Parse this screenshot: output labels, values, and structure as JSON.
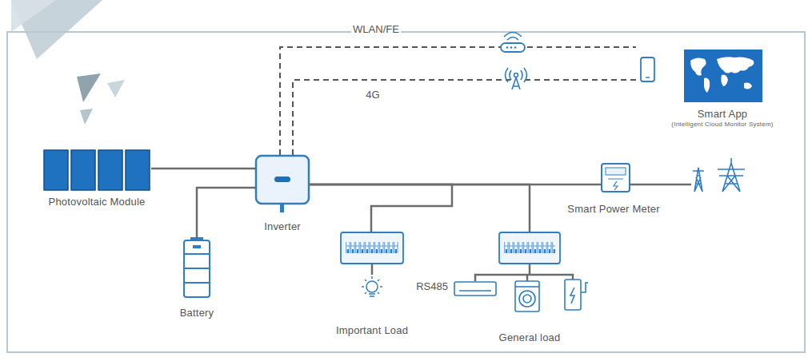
{
  "diagram": {
    "nodes": [
      {
        "text": [
          "Photovoltaic Module"
        ]
      },
      {
        "text": [
          "Inverter"
        ]
      },
      {
        "text": [
          "Battery"
        ]
      },
      {
        "text": [
          "Important Load"
        ]
      },
      {
        "text": [
          "General load"
        ]
      },
      {
        "text": [
          "Smart Power Meter"
        ]
      },
      {
        "text": [
          "Smart App",
          "(Intelligent Cloud Monitor System)"
        ]
      }
    ],
    "edges": [
      {
        "from": 0,
        "to": 1,
        "arrow": "none"
      },
      {
        "from": 2,
        "to": 1,
        "arrow": "none"
      },
      {
        "from": 1,
        "to": 3,
        "arrow": "none"
      },
      {
        "from": 1,
        "to": 4,
        "arrow": "none"
      },
      {
        "from": 1,
        "to": 5,
        "arrow": "none"
      },
      {
        "from": 1,
        "to": 6,
        "label": "WLAN/FE",
        "arrow": "none"
      },
      {
        "from": 1,
        "to": 6,
        "label": "4G",
        "arrow": "none"
      }
    ],
    "labels": [
      "RS485"
    ]
  }
}
